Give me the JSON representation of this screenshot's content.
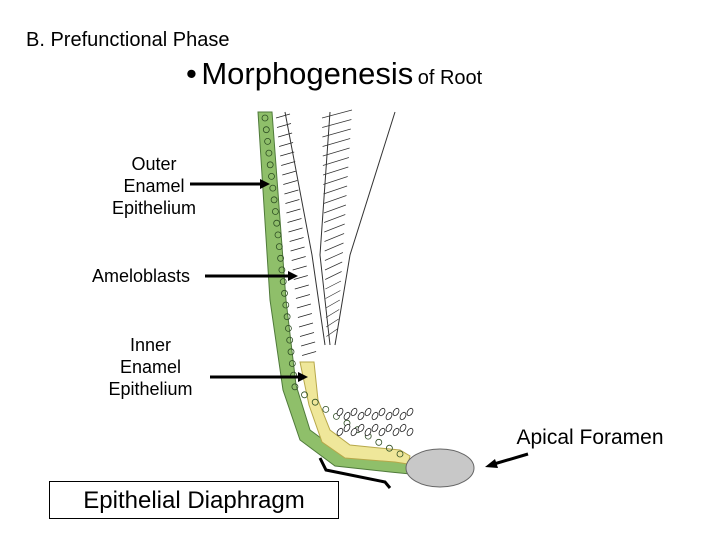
{
  "section_title": "B. Prefunctional Phase",
  "slide_title": {
    "bullet": "•",
    "main": "Morphogenesis",
    "suffix": "of Root"
  },
  "labels": {
    "outer_enamel_epithelium": "Outer\nEnamel\nEpithelium",
    "ameloblasts": "Ameloblasts",
    "inner_enamel_epithelium": "Inner\nEnamel\nEpithelium",
    "apical_foramen": "Apical Foramen",
    "epithelial_diaphragm": "Epithelial Diaphragm"
  },
  "colors": {
    "outer_epithelium": "#8fbf6a",
    "inner_epithelium": "#efe79a",
    "apical_foramen": "#c8c8c8",
    "tissue_lines": "#333333"
  }
}
